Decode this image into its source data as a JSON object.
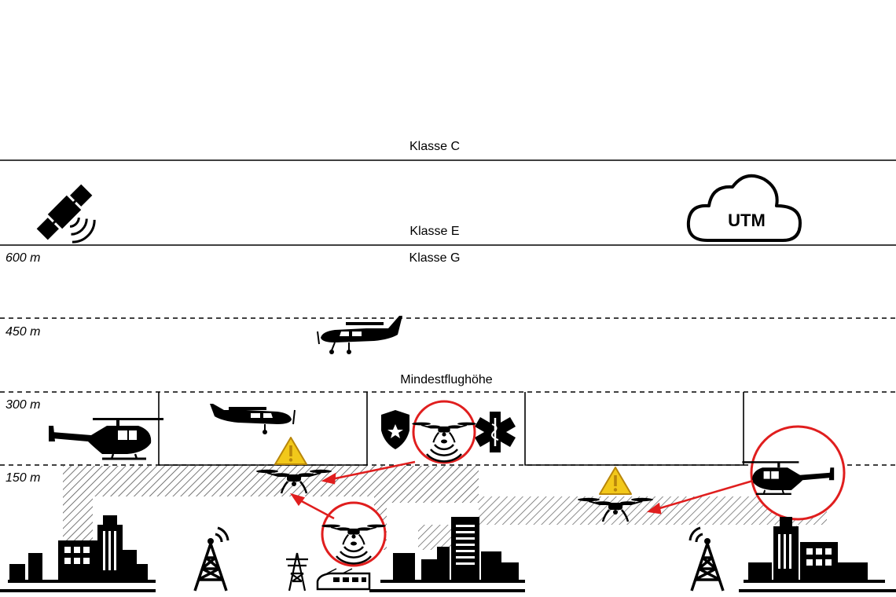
{
  "airspace": {
    "class_c": "Klasse C",
    "class_e": "Klasse E",
    "class_g": "Klasse G",
    "minimum_altitude": "Mindestflughöhe"
  },
  "altitudes": [
    "600 m",
    "450 m",
    "300 m",
    "150 m"
  ],
  "utm_cloud": "UTM",
  "colors": {
    "warning_fill": "#f2c81a",
    "warning_stroke": "#b8860b",
    "alert_red": "#e01e1e"
  },
  "icons": [
    "satellite-icon",
    "cloud-icon",
    "airplane-icon",
    "helicopter-icon",
    "drone-icon",
    "warning-icon",
    "police-badge-icon",
    "star-of-life-icon",
    "radio-tower-icon",
    "power-pylon-icon",
    "train-icon",
    "city-skyline-icon"
  ]
}
